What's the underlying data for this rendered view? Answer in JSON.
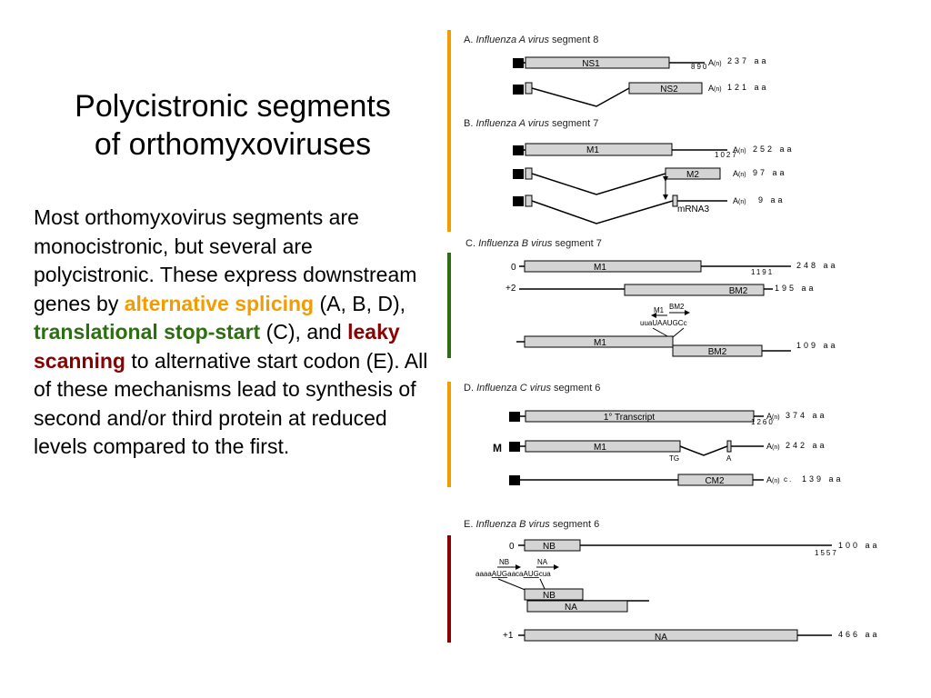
{
  "slide": {
    "title_line1": "Polycistronic segments",
    "title_line2": "of orthomyxoviruses",
    "body": {
      "p1": "Most orthomyxovirus segments are monocistronic, but several are polycistronic.  These express downstream genes by ",
      "term_alt_splicing": "alternative splicing",
      "p2": " (A, B, D), ",
      "term_stop_start": "translational stop-start",
      "p3": " (C), and ",
      "term_leaky": "leaky scanning",
      "p4": " to alternative start codon (E). All of these mechanisms lead to synthesis of second and/or third protein at reduced levels compared to the first."
    }
  },
  "colors": {
    "splicing": "#f39c00",
    "stop_start": "#2e6e12",
    "leaky": "#8b0000",
    "box_fill": "#d4d4d4"
  },
  "panels": {
    "A": {
      "prefix": "A. ",
      "virus": "Influenza A virus",
      "suffix": " segment 8",
      "ns1": "NS1",
      "ns2": "NS2",
      "ns1_length": "890",
      "ns1_aa": "237 aa",
      "ns2_aa": "121 aa",
      "polyA": "A",
      "n": "(n)"
    },
    "B": {
      "prefix": "B. ",
      "virus": "Influenza A virus",
      "suffix": " segment 7",
      "m1": "M1",
      "m2": "M2",
      "mrna3": "mRNA3",
      "m1_length": "1027",
      "m1_aa": "252 aa",
      "m2_aa": "97 aa",
      "mrna3_aa": "9 aa",
      "polyA": "A",
      "n": "(n)"
    },
    "C": {
      "prefix": "C. ",
      "virus": "Influenza B virus",
      "suffix": " segment 7",
      "frame0": "0",
      "frame2": "+2",
      "m1": "M1",
      "bm2": "BM2",
      "m1_length": "1191",
      "m1_aa": "248 aa",
      "bm2_aa": "195 aa",
      "bm2_aa_b": "109 aa",
      "codon_m1": "M1",
      "codon_bm2": "BM2",
      "seq": "uuaUAAUGCc"
    },
    "D": {
      "prefix": "D. ",
      "virus": "Influenza C virus",
      "suffix": " segment 6",
      "transcript": "1° Transcript",
      "m": "M",
      "m1": "M1",
      "tg": "TG",
      "a_site": "A",
      "cm2": "CM2",
      "length": "1260",
      "t_aa": "374 aa",
      "m1_aa": "242 aa",
      "cm2_aa": "139 aa",
      "polyA": "A",
      "n": "(n)",
      "c_dot": "c."
    },
    "E": {
      "prefix": "E. ",
      "virus": "Influenza B virus",
      "suffix": " segment 6",
      "frame0": "0",
      "frame1": "+1",
      "nb": "NB",
      "na": "NA",
      "nb_aa": "100 aa",
      "length": "1557",
      "na_aa": "466 aa",
      "seq_a": "aaaa",
      "seq_b": "AUG",
      "seq_c": "aaca",
      "seq_d": "AUG",
      "seq_e": "cua"
    }
  }
}
